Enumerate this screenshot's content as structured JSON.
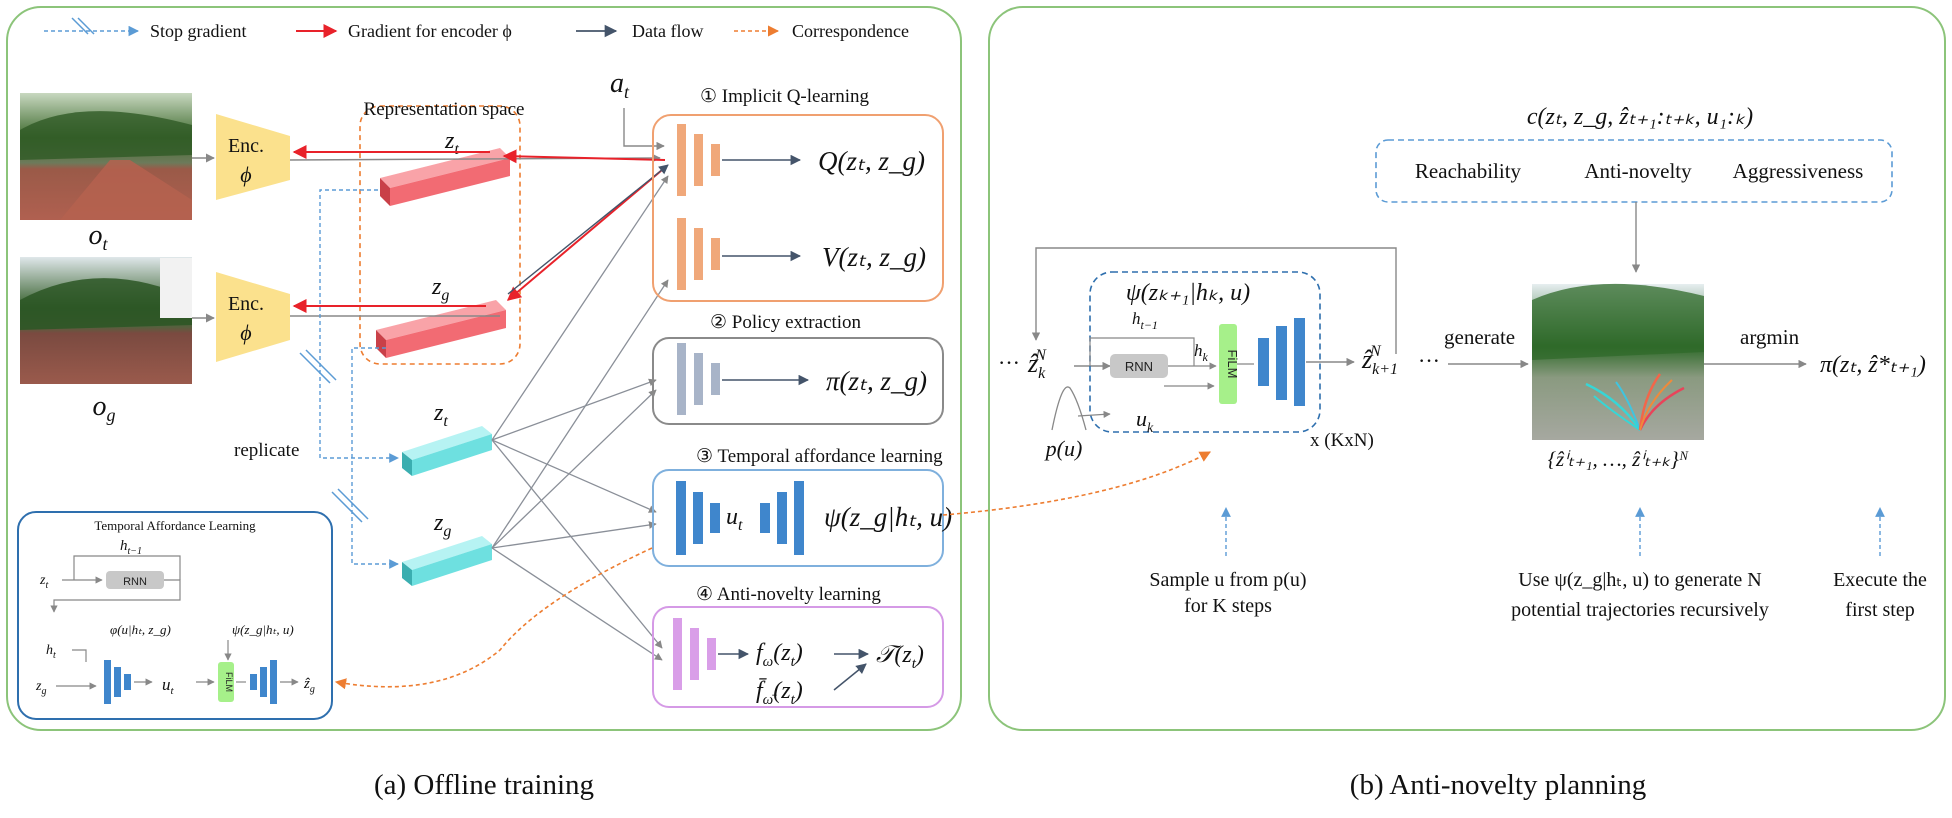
{
  "legend": {
    "stop_gradient": "Stop gradient",
    "gradient_encoder": "Gradient for encoder ϕ",
    "data_flow": "Data flow",
    "correspondence": "Correspondence"
  },
  "offline": {
    "caption": "(a) Offline training",
    "obs_current": "o",
    "obs_current_sub": "t",
    "obs_goal": "o",
    "obs_goal_sub": "g",
    "enc_label": "Enc.",
    "enc_symbol": "ϕ",
    "rep_space_title": "Representation space",
    "z": "z",
    "sub_t": "t",
    "sub_g": "g",
    "action": "a",
    "replicate": "replicate",
    "iql_title": "①  Implicit Q-learning",
    "q_out": "Q(zₜ, z_g)",
    "v_out": "V(zₜ, z_g)",
    "policy_title": "②  Policy extraction",
    "pi_out": "π(zₜ, z_g)",
    "affordance_title": "③  Temporal affordance learning",
    "u": "u",
    "psi_out": "ψ(z_g|hₜ, u)",
    "novelty_title": "④  Anti-novelty learning",
    "f_omega": "f",
    "f_bar": "f̄",
    "omega": "ω",
    "omega_bar": "ω̄",
    "zt_arg": "(z",
    "T_out": "𝒯(z",
    "paren_close": ")",
    "inset_title": "Temporal Affordance Learning",
    "inset_h_prev": "h",
    "inset_h_prev_sub": "t−1",
    "rnn": "RNN",
    "inset_phi": "φ(u|hₜ, z_g)",
    "inset_psi": "ψ(z_g|hₜ, u)",
    "inset_h": "h",
    "film": "FiLM",
    "inset_zhat": "ẑ"
  },
  "planning": {
    "caption": "(b) Anti-novelty planning",
    "cost": "c(zₜ, z_g, ẑₜ₊₁:ₜ₊ₖ, u₁:ₖ)",
    "reachability": "Reachability",
    "anti_novelty": "Anti-novelty",
    "aggressiveness": "Aggressiveness",
    "ellipsis": "···",
    "zhat_k": "ẑ",
    "sup_N": "N",
    "sub_k": "k",
    "sub_k1": "k+1",
    "psi_head": "ψ(zₖ₊₁|hₖ, u)",
    "h_prev": "h",
    "h_prev_sub": "t−1",
    "h_t": "h",
    "rnn": "RNN",
    "film": "FiLM",
    "u": "u",
    "p_u": "p(u)",
    "repeat": "x (KxN)",
    "generate": "generate",
    "argmin": "argmin",
    "pi_out": "π(zₜ, ẑ*ₜ₊₁)",
    "traj_set": "{ẑⁱₜ₊₁, …, ẑⁱₜ₊ₖ}ᴺ",
    "note1_line1": "Sample u from p(u)",
    "note1_line2": "for K steps",
    "note2_line1": "Use ψ(z_g|hₜ, u)  to generate N",
    "note2_line2": "potential trajectories recursively",
    "note3_line1": "Execute the",
    "note3_line2": "first step"
  },
  "colors": {
    "panel_border": "#8cc47a",
    "stop_gradient": "#5b9bd5",
    "gradient": "#e8222a",
    "data_flow": "#44546a",
    "correspondence": "#ed7d31",
    "encoder": "#fbe18d",
    "latent_red": "#f26b73",
    "latent_cyan": "#6ee0e0",
    "q_bars": "#f0a87a",
    "policy_bars": "#a8b4c8",
    "affordance_bars": "#3f86cc",
    "novelty_bars": "#d99ee8",
    "film": "#a6f08a"
  }
}
